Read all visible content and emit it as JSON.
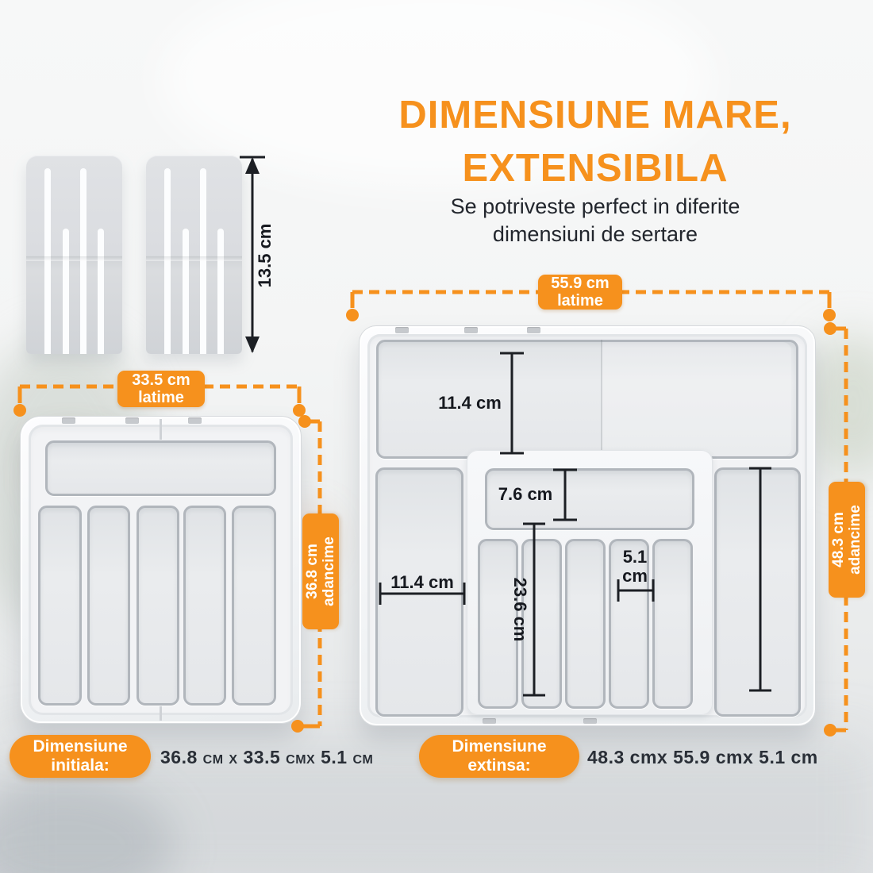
{
  "colors": {
    "accent": "#F6911D",
    "measure_line": "#1C1F24",
    "value_text": "#2A2F37"
  },
  "header": {
    "title_line1": "DIMENSIUNE MARE,",
    "title_line2": "EXTENSIBILA",
    "subtitle_line1": "Se potriveste perfect in diferite",
    "subtitle_line2": "dimensiuni de sertare"
  },
  "divider": {
    "height_label": "13.5 cm"
  },
  "badges": {
    "small_width": {
      "line1": "33.5 cm",
      "line2": "latime"
    },
    "small_depth": {
      "line1": "36.8 cm",
      "line2": "adancime"
    },
    "large_width": {
      "line1": "55.9 cm",
      "line2": "latime"
    },
    "large_depth": {
      "line1": "48.3 cm",
      "line2": "adancime"
    }
  },
  "measures": {
    "top_compartment_depth": "11.4 cm",
    "mid_compartment_height": "7.6 cm",
    "slot_length": "23.6 cm",
    "slot_width_line1": "5.1",
    "slot_width_line2": "cm",
    "left_compartment_width": "11.4 cm"
  },
  "footer": {
    "initial": {
      "label_line1": "Dimensiune",
      "label_line2": "initiala:",
      "value": "36.8 cm x 33.5 cmx 5.1 cm"
    },
    "extended": {
      "label_line1": "Dimensiune",
      "label_line2": "extinsa:",
      "value": "48.3 cmx 55.9 cmx 5.1 cm"
    }
  }
}
